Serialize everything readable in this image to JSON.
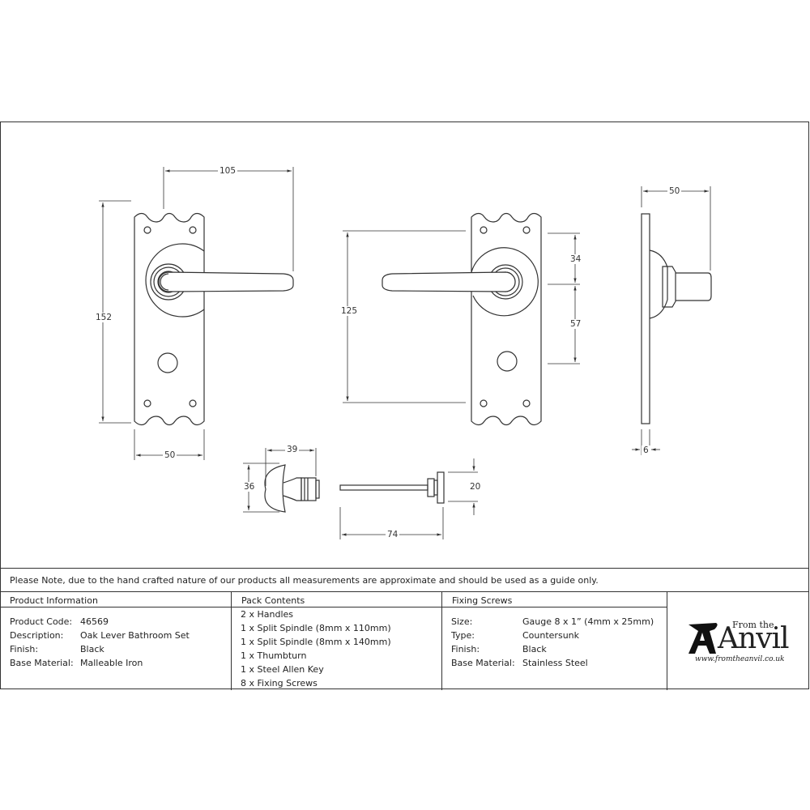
{
  "dimensions": {
    "front_left": {
      "width_total": "105",
      "height": "152",
      "plate_width": "50"
    },
    "front_right": {
      "screw_centers": "125",
      "top_to_spindle": "34",
      "spindle_to_turn": "57"
    },
    "side": {
      "projection": "50",
      "plate_thickness": "6"
    },
    "thumbturn": {
      "length": "39",
      "diameter": "36"
    },
    "release": {
      "length": "74",
      "diameter": "20"
    }
  },
  "note": "Please Note, due to the hand crafted nature of our products all measurements are approximate and should be used as a guide only.",
  "product_information": {
    "heading": "Product Information",
    "rows": [
      {
        "label": "Product Code:",
        "value": "46569"
      },
      {
        "label": "Description:",
        "value": "Oak Lever Bathroom Set"
      },
      {
        "label": "Finish:",
        "value": "Black"
      },
      {
        "label": "Base Material:",
        "value": "Malleable Iron"
      }
    ]
  },
  "pack_contents": {
    "heading": "Pack Contents",
    "items": [
      "2 x Handles",
      "1 x Split Spindle (8mm x 110mm)",
      "1 x Split Spindle (8mm x 140mm)",
      "1 x Thumbturn",
      "1 x Steel Allen Key",
      "8 x Fixing Screws"
    ]
  },
  "fixing_screws": {
    "heading": "Fixing Screws",
    "rows": [
      {
        "label": "Size:",
        "value": "Gauge 8 x 1” (4mm x 25mm)"
      },
      {
        "label": "Type:",
        "value": "Countersunk"
      },
      {
        "label": "Finish:",
        "value": "Black"
      },
      {
        "label": "Base Material:",
        "value": "Stainless Steel"
      }
    ]
  },
  "logo": {
    "from_the": "From the",
    "brand": "Anvil",
    "url": "www.fromtheanvil.co.uk"
  },
  "colors": {
    "line": "#333333",
    "background": "#ffffff"
  }
}
